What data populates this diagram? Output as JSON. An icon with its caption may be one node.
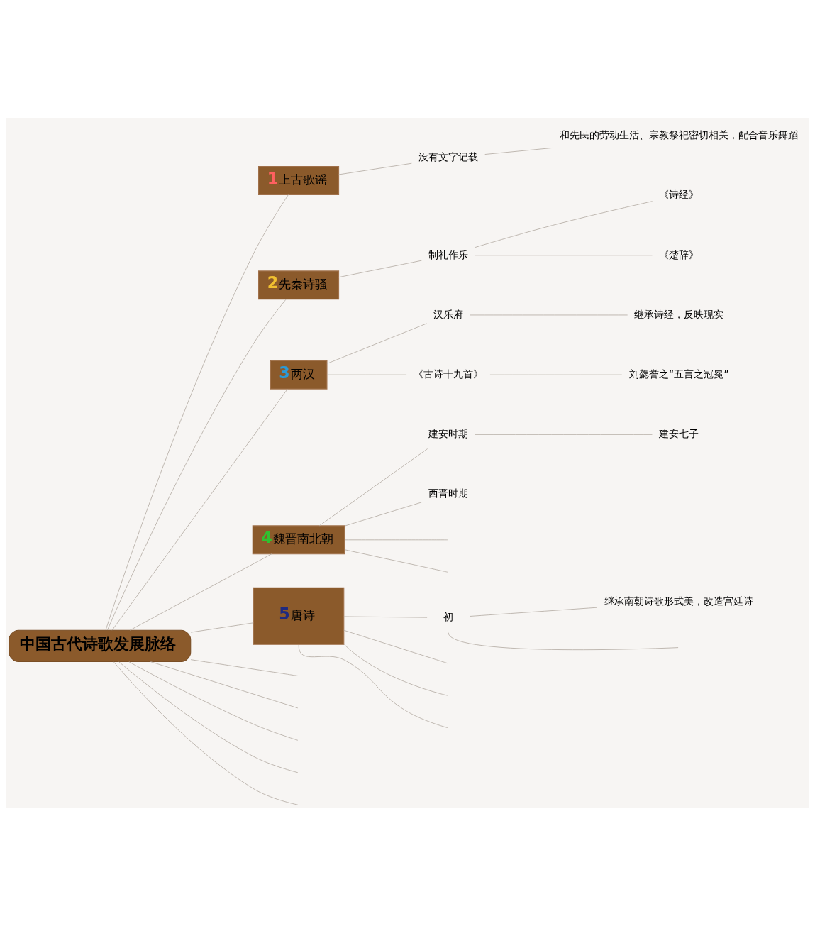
{
  "diagram": {
    "nodes": [
      {
        "text": [
          "中国古代诗歌发展脉络"
        ]
      },
      {
        "text": [
          "1",
          "上古歌谣"
        ]
      },
      {
        "text": [
          "没有文字记载"
        ]
      },
      {
        "text": [
          "和先民的劳动生活、宗教祭祀密切相关，配合音乐舞蹈"
        ]
      },
      {
        "text": [
          "2",
          "先秦诗骚"
        ]
      },
      {
        "text": [
          "制礼作乐"
        ]
      },
      {
        "text": [
          "《诗经》"
        ]
      },
      {
        "text": [
          "《楚辞》"
        ]
      },
      {
        "text": [
          "3",
          "两汉"
        ]
      },
      {
        "text": [
          "汉乐府"
        ]
      },
      {
        "text": [
          "继承诗经，反映现实"
        ]
      },
      {
        "text": [
          "《古诗十九首》"
        ]
      },
      {
        "text": [
          "刘勰誉之“五言之冠冕”"
        ]
      },
      {
        "text": [
          "4",
          "魏晋南北朝"
        ]
      },
      {
        "text": [
          "建安时期"
        ]
      },
      {
        "text": [
          "建安七子"
        ]
      },
      {
        "text": [
          "西晋时期"
        ]
      },
      {
        "text": [
          "5",
          "唐诗"
        ]
      },
      {
        "text": [
          "初"
        ]
      },
      {
        "text": [
          "继承南朝诗歌形式美，改造宫廷诗"
        ]
      }
    ],
    "edges": [
      {
        "from": 0,
        "to": 1,
        "arrow": "none"
      },
      {
        "from": 1,
        "to": 2,
        "arrow": "none"
      },
      {
        "from": 2,
        "to": 3,
        "arrow": "none"
      },
      {
        "from": 0,
        "to": 4,
        "arrow": "none"
      },
      {
        "from": 4,
        "to": 5,
        "arrow": "none"
      },
      {
        "from": 5,
        "to": 6,
        "arrow": "none"
      },
      {
        "from": 5,
        "to": 7,
        "arrow": "none"
      },
      {
        "from": 0,
        "to": 8,
        "arrow": "none"
      },
      {
        "from": 8,
        "to": 9,
        "arrow": "none"
      },
      {
        "from": 9,
        "to": 10,
        "arrow": "none"
      },
      {
        "from": 8,
        "to": 11,
        "arrow": "none"
      },
      {
        "from": 11,
        "to": 12,
        "arrow": "none"
      },
      {
        "from": 0,
        "to": 13,
        "arrow": "none"
      },
      {
        "from": 13,
        "to": 14,
        "arrow": "none"
      },
      {
        "from": 14,
        "to": 15,
        "arrow": "none"
      },
      {
        "from": 13,
        "to": 16,
        "arrow": "none"
      },
      {
        "from": 13,
        "to": null,
        "arrow": "none"
      },
      {
        "from": 13,
        "to": null,
        "arrow": "none"
      },
      {
        "from": 0,
        "to": 17,
        "arrow": "none"
      },
      {
        "from": 17,
        "to": 18,
        "arrow": "none"
      },
      {
        "from": 18,
        "to": 19,
        "arrow": "none"
      },
      {
        "from": 18,
        "to": null,
        "arrow": "none"
      },
      {
        "from": 17,
        "to": null,
        "arrow": "none"
      },
      {
        "from": 17,
        "to": null,
        "arrow": "none"
      },
      {
        "from": 17,
        "to": null,
        "arrow": "none"
      },
      {
        "from": 0,
        "to": null,
        "arrow": "none"
      },
      {
        "from": 0,
        "to": null,
        "arrow": "none"
      },
      {
        "from": 0,
        "to": null,
        "arrow": "none"
      },
      {
        "from": 0,
        "to": null,
        "arrow": "none"
      },
      {
        "from": 0,
        "to": null,
        "arrow": "none"
      }
    ]
  }
}
